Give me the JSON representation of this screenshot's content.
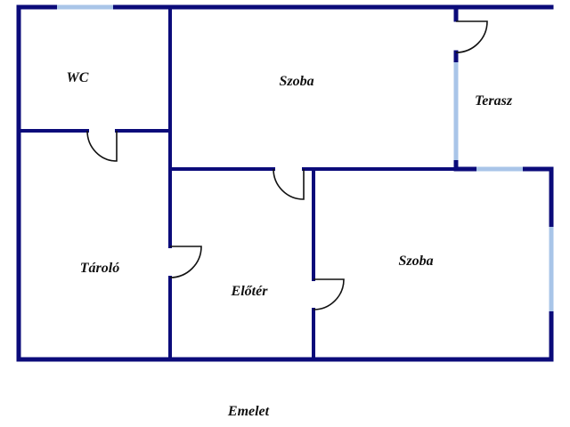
{
  "rooms": {
    "wc": "WC",
    "szoba_top": "Szoba",
    "terasz": "Terasz",
    "tarolo": "Tároló",
    "eloter": "Előtér",
    "szoba_bottom": "Szoba"
  },
  "floor_label": "Emelet",
  "colors": {
    "wall": "#0b0b7a",
    "window": "#a9c5e8",
    "door": "#111111"
  }
}
